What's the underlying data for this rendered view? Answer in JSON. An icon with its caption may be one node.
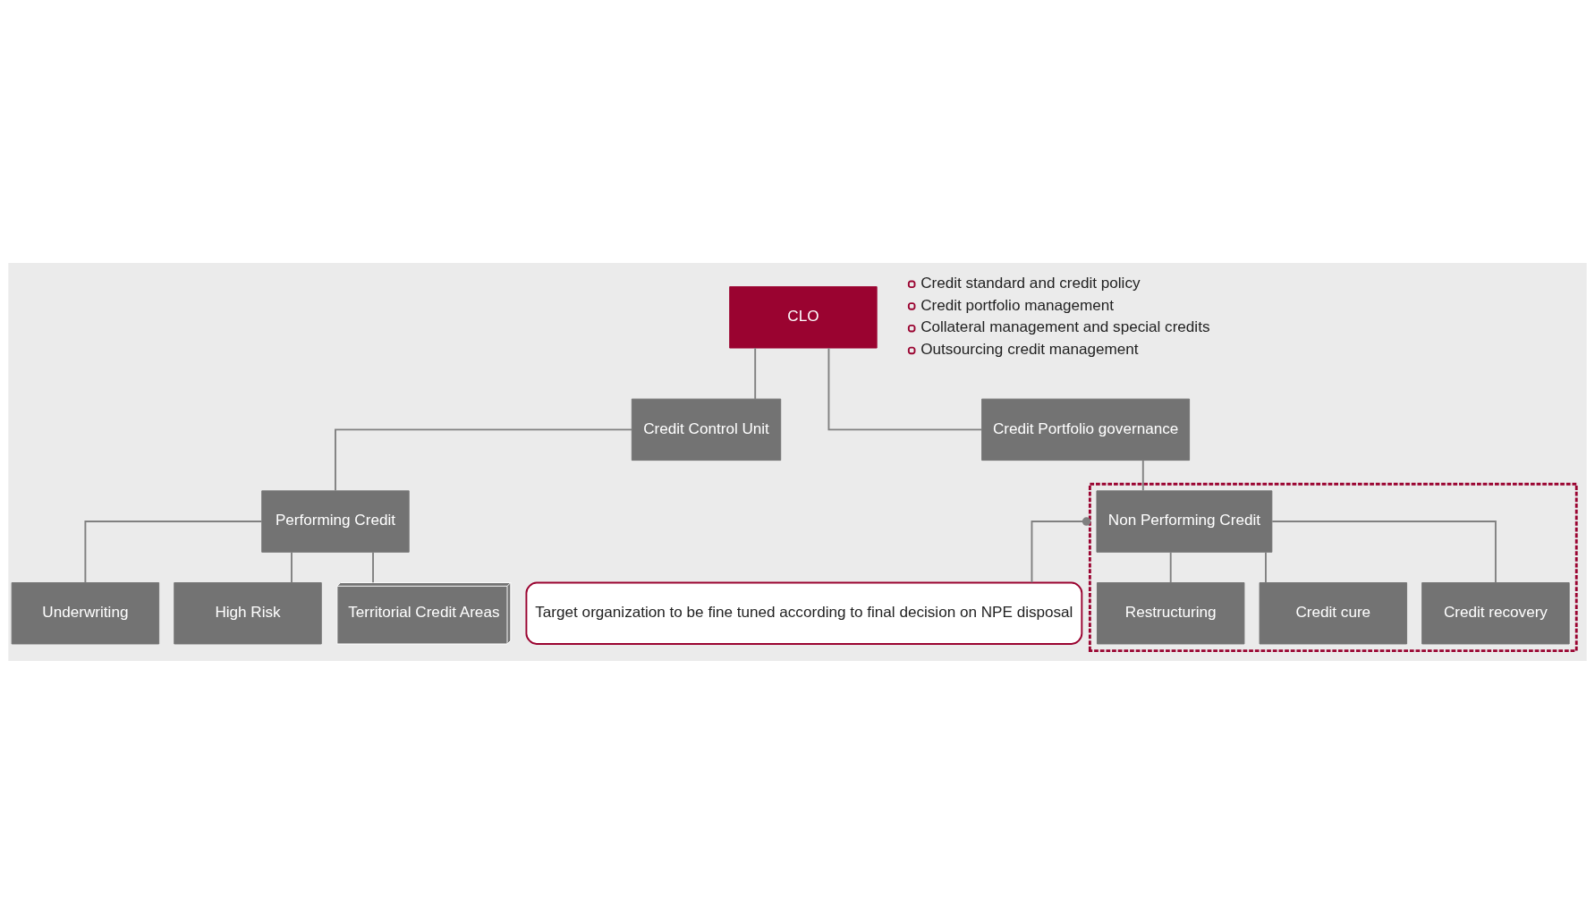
{
  "diagram": {
    "nodes": [
      {
        "text": [
          "CLO"
        ]
      },
      {
        "text": [
          "Credit Control Unit"
        ]
      },
      {
        "text": [
          "Credit Portfolio governance"
        ]
      },
      {
        "text": [
          "Performing Credit"
        ]
      },
      {
        "text": [],
        "shape": "box"
      },
      {
        "text": [
          "Non Performing Credit"
        ],
        "in": 4
      },
      {
        "text": [
          "Underwriting"
        ]
      },
      {
        "text": [
          "High Risk"
        ]
      },
      {
        "text": [
          "Territorial Credit Areas"
        ]
      },
      {
        "text": [
          "Restructuring"
        ],
        "in": 4
      },
      {
        "text": [
          "Credit cure"
        ],
        "in": 4
      },
      {
        "text": [
          "Credit recovery"
        ],
        "in": 4
      },
      {
        "text": [
          "Target organization to be fine tuned according to final decision on NPE disposal"
        ]
      }
    ],
    "edges": [
      {
        "from": 0,
        "to": 1,
        "arrow": "none"
      },
      {
        "from": 0,
        "to": 2,
        "arrow": "none"
      },
      {
        "from": 1,
        "to": 3,
        "arrow": "none"
      },
      {
        "from": 2,
        "to": 5,
        "arrow": "none"
      },
      {
        "from": 3,
        "to": 6,
        "arrow": "none"
      },
      {
        "from": 3,
        "to": 7,
        "arrow": "none"
      },
      {
        "from": 3,
        "to": 8,
        "arrow": "none"
      },
      {
        "from": 5,
        "to": 9,
        "arrow": "none"
      },
      {
        "from": 5,
        "to": 10,
        "arrow": "none"
      },
      {
        "from": 5,
        "to": 11,
        "arrow": "none"
      },
      {
        "from": 12,
        "to": 4,
        "arrow": "other"
      }
    ],
    "labels": [
      "Credit standard and credit policy",
      "Credit portfolio management",
      "Collateral management and special credits",
      "Outsourcing credit management"
    ]
  }
}
